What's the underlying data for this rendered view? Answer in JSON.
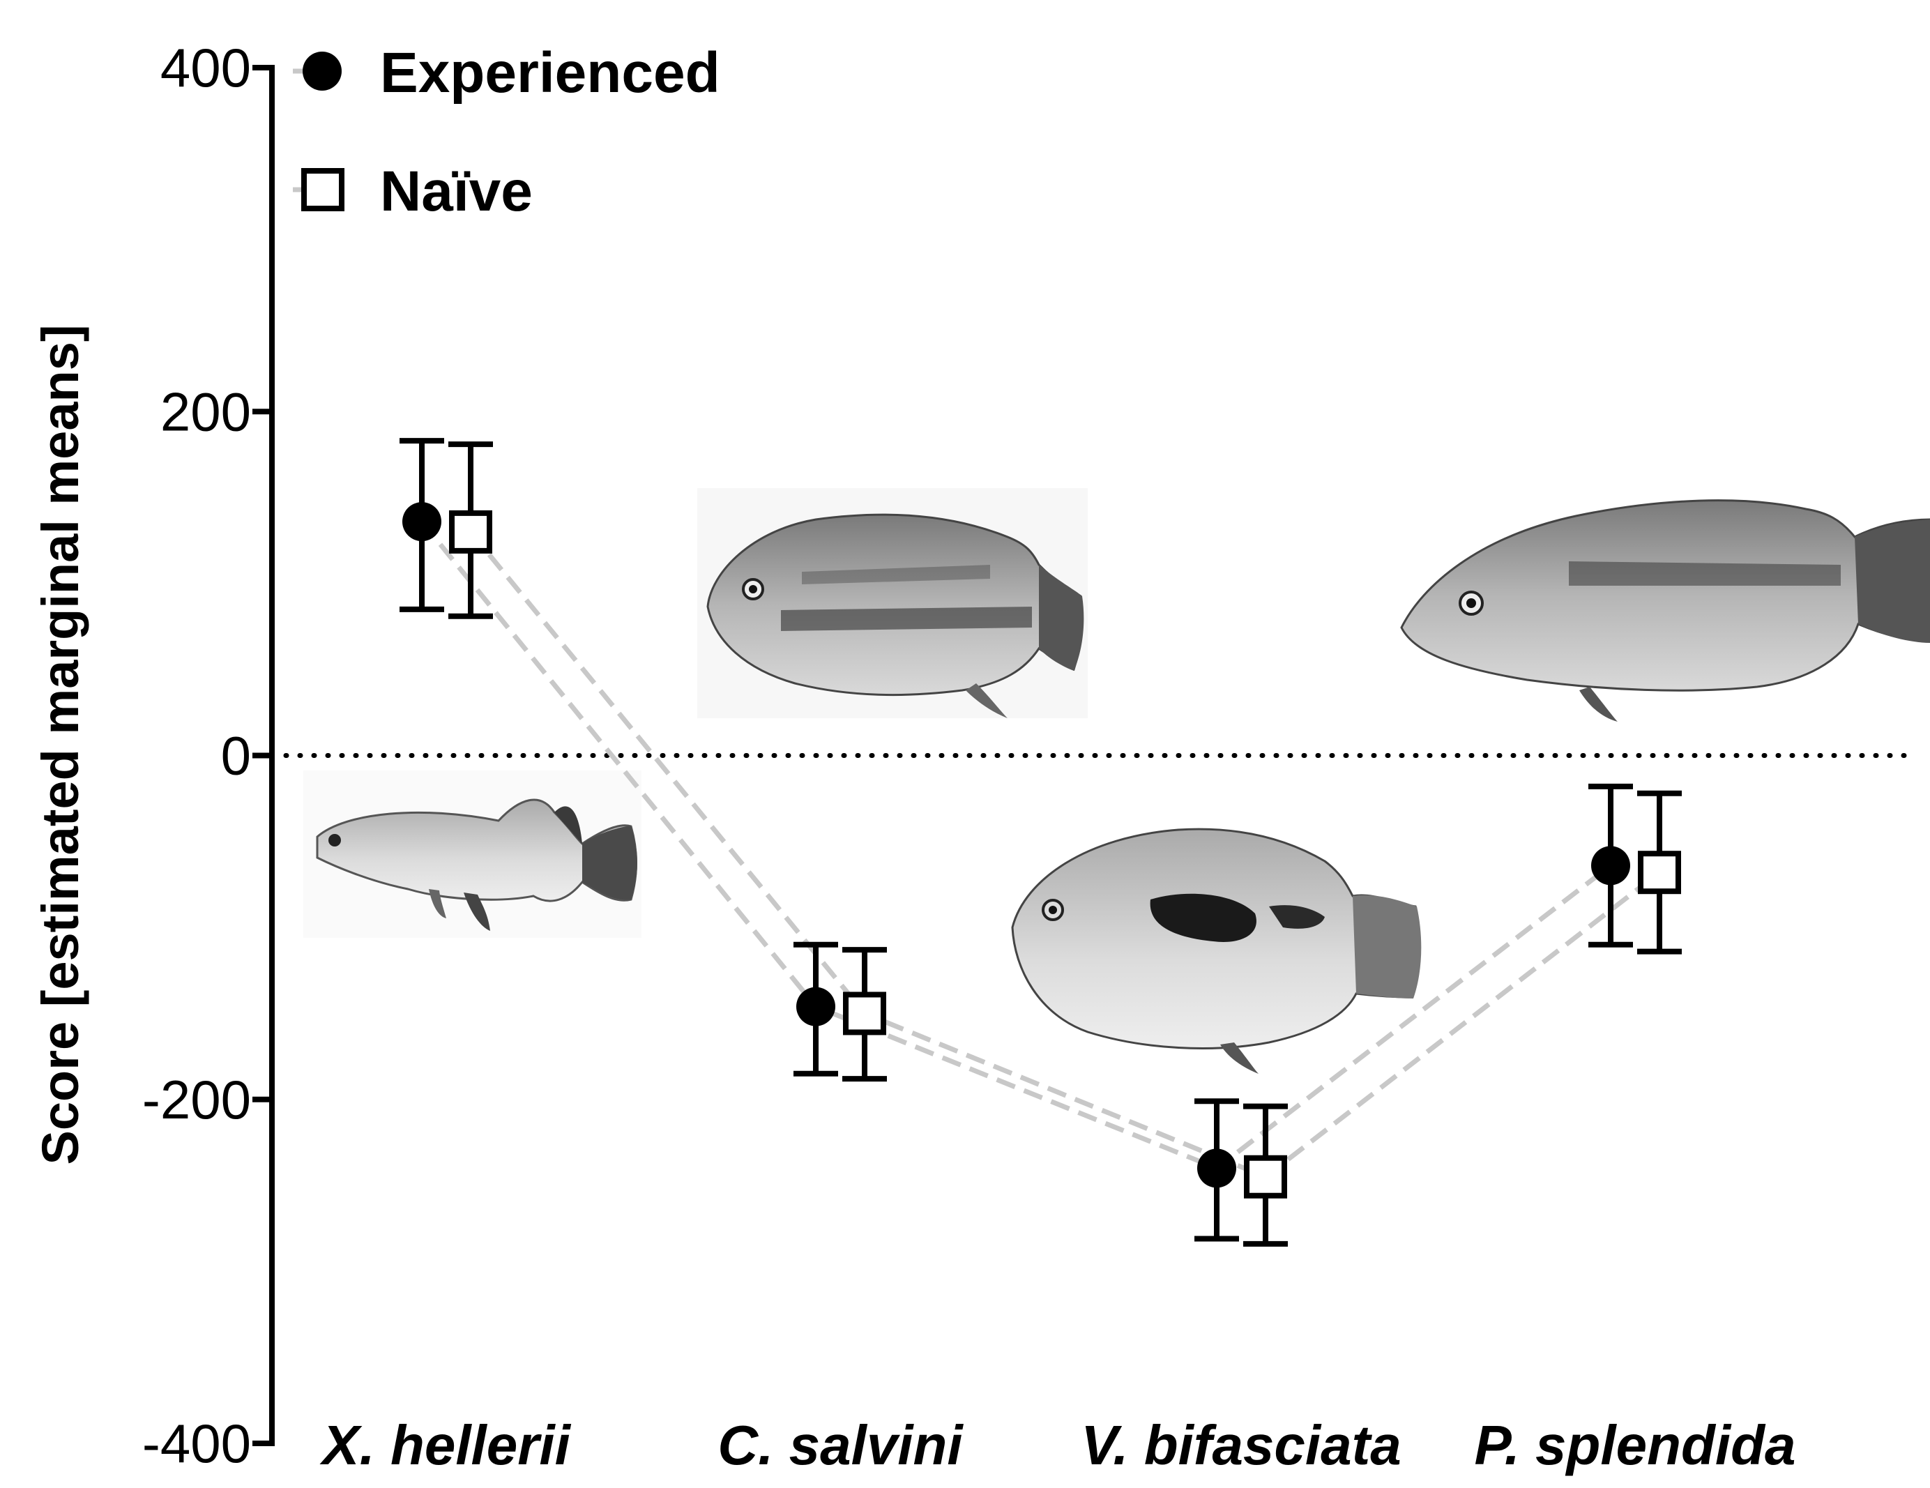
{
  "chart_data": {
    "type": "scatter",
    "ylabel": "Score [estimated marginal means]",
    "xlabel": "",
    "ylim": [
      -400,
      400
    ],
    "yticks": [
      -400,
      -200,
      0,
      200,
      400
    ],
    "reference_line": 0,
    "categories": [
      "X. hellerii",
      "C. salvini",
      "V. bifasciata",
      "P. splendida"
    ],
    "series": [
      {
        "name": "Experienced",
        "marker": "filled-circle",
        "color": "#000000",
        "values": [
          136,
          -146,
          -240,
          -64
        ],
        "ci_low": [
          85,
          -185,
          -281,
          -110
        ],
        "ci_high": [
          183,
          -110,
          -201,
          -18
        ]
      },
      {
        "name": "Naïve",
        "marker": "open-square",
        "color": "#000000",
        "values": [
          130,
          -150,
          -245,
          -68
        ],
        "ci_low": [
          81,
          -188,
          -284,
          -114
        ],
        "ci_high": [
          181,
          -113,
          -204,
          -22
        ]
      }
    ],
    "connector_color": "#c8c8c8",
    "legend_position": "top-left",
    "grid": false,
    "images": [
      {
        "category": "X. hellerii",
        "icon": "swordtail-fish-photo"
      },
      {
        "category": "C. salvini",
        "icon": "cichlid-fish-photo"
      },
      {
        "category": "V. bifasciata",
        "icon": "cichlid-fish-photo"
      },
      {
        "category": "P. splendida",
        "icon": "cichlid-fish-photo"
      }
    ]
  }
}
